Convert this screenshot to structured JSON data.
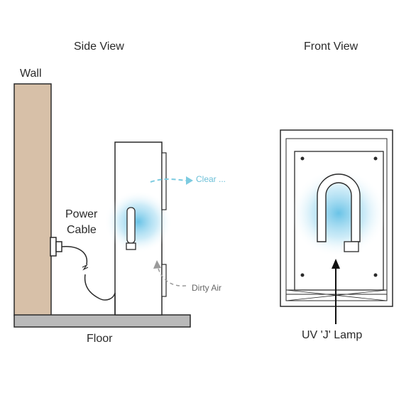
{
  "side_view": {
    "title": "Side View",
    "wall_label": "Wall",
    "power_cable_label_line1": "Power",
    "power_cable_label_line2": "Cable",
    "clear_air_label": "Clear ...",
    "dirty_air_label": "Dirty Air",
    "floor_label": "Floor"
  },
  "front_view": {
    "title": "Front View",
    "lamp_label": "UV 'J' Lamp"
  },
  "colors": {
    "wall": "#d7c0a8",
    "floor": "#b9b9b9",
    "uv_glow": "#5cc3e6",
    "outline": "#2a2a2a",
    "arrow_clear": "#7ccbe0"
  }
}
